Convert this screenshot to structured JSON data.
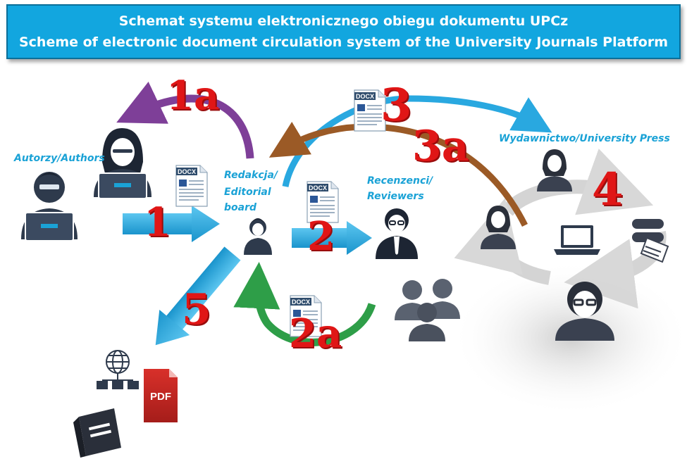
{
  "title": {
    "line1": "Schemat systemu elektronicznego obiegu dokumentu UPCz",
    "line2": "Scheme of electronic document circulation system of the University Journals Platform"
  },
  "labels": {
    "authors": "Autorzy/Authors",
    "editorial_line1": "Redakcja/",
    "editorial_line2": "Editorial",
    "editorial_line3": "board",
    "reviewers_line1": "Recenzenci/",
    "reviewers_line2": "Reviewers",
    "press": "Wydawnictwo/University  Press"
  },
  "steps": {
    "s1": "1",
    "s1a": "1a",
    "s2": "2",
    "s2a": "2a",
    "s3": "3",
    "s3a": "3a",
    "s4": "4",
    "s5": "5"
  },
  "docs": {
    "doc_label": "DOCX",
    "pdf_label": "PDF"
  },
  "colors": {
    "banner": "#12a6df",
    "label": "#1aa2d6",
    "step_number": "#e01616",
    "arrow_blue": "#29a8e0",
    "arrow_purple": "#7e3f98",
    "arrow_green": "#2e9e48",
    "arrow_brown": "#9b5a26",
    "person_dark": "#2e3a4c"
  }
}
